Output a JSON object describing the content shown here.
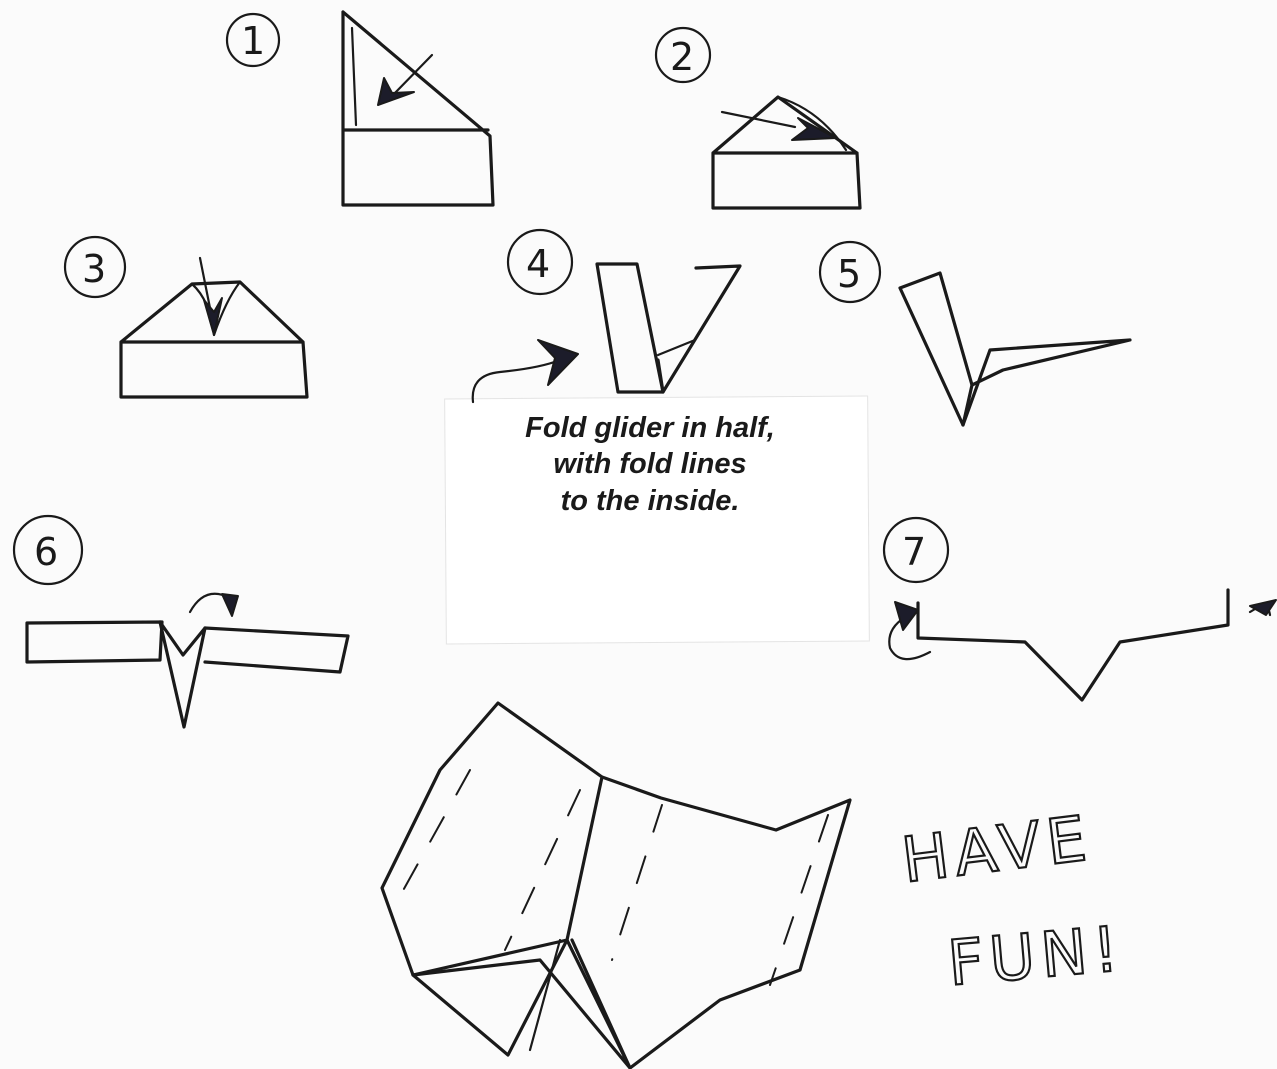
{
  "steps": [
    {
      "number": "1"
    },
    {
      "number": "2"
    },
    {
      "number": "3"
    },
    {
      "number": "4"
    },
    {
      "number": "5"
    },
    {
      "number": "6"
    },
    {
      "number": "7"
    }
  ],
  "note": {
    "lines": [
      "Fold glider in half,",
      "with fold lines",
      "to the inside."
    ]
  },
  "closing": {
    "line1": "HAVE",
    "line2": "FUN!"
  }
}
